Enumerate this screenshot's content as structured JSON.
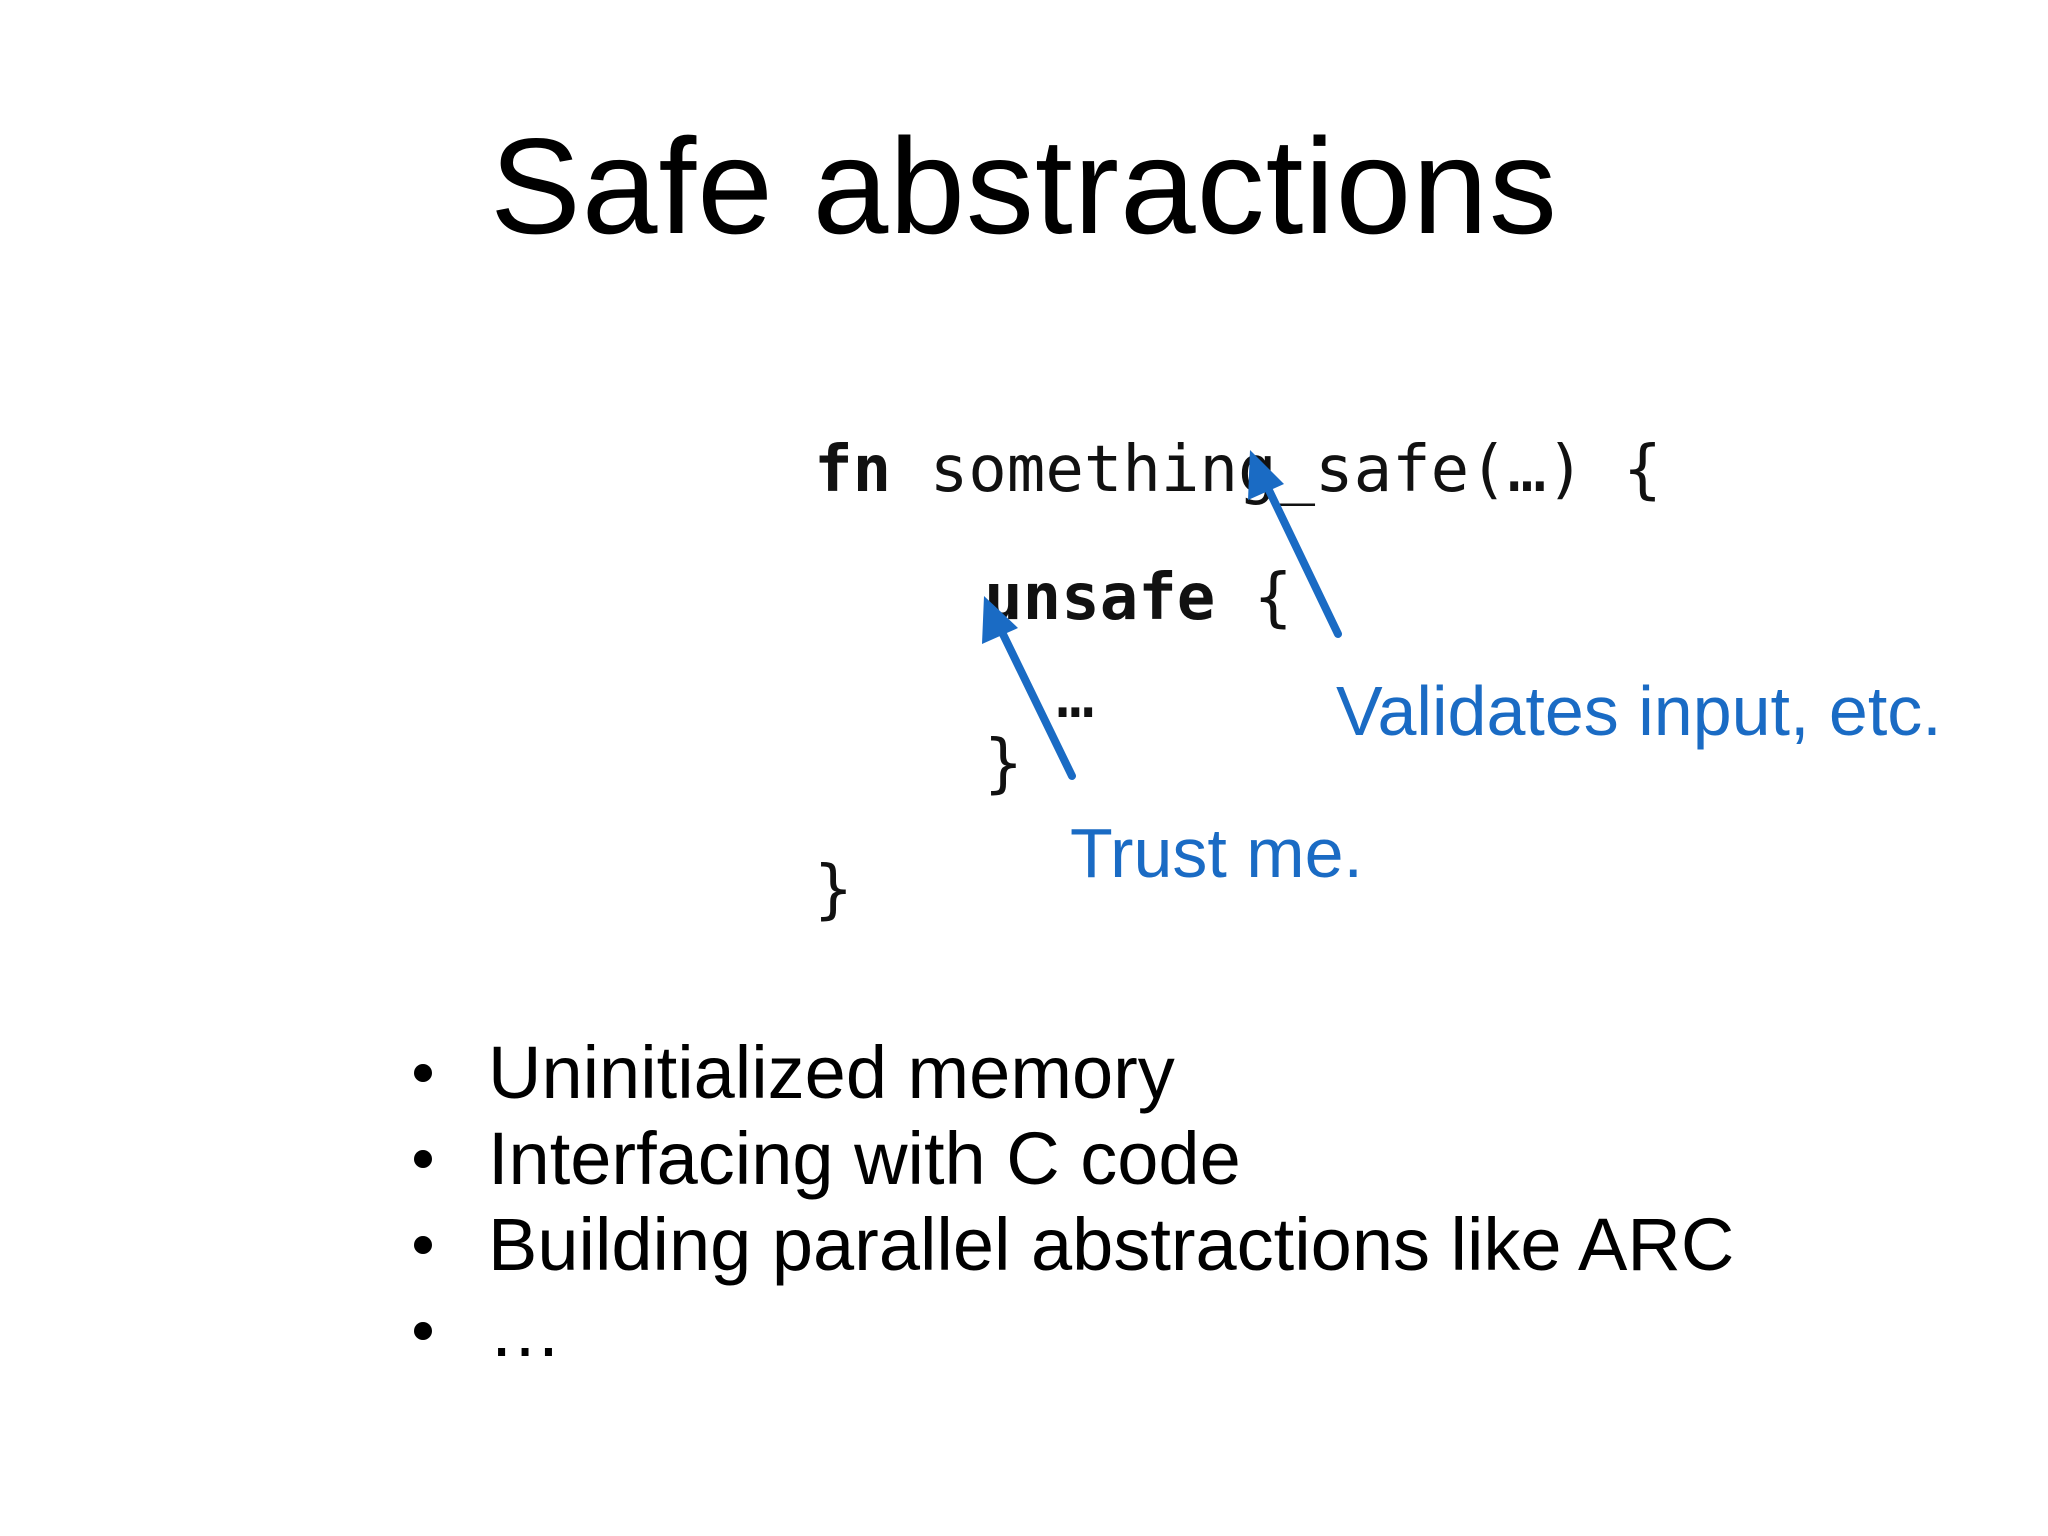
{
  "slide": {
    "title": "Safe abstractions",
    "code": {
      "line1_keyword": "fn",
      "line1_rest": "something_safe(…) {",
      "line2_keyword": "unsafe",
      "line2_rest": "{",
      "line3": "…",
      "line4": "}",
      "line5": "}"
    },
    "annotations": {
      "validates": "Validates input, etc.",
      "trust": "Trust me."
    },
    "bullets": [
      "Uninitialized memory",
      "Interfacing with C code",
      "Building parallel abstractions like ARC",
      "…"
    ],
    "accent_color": "#1a6bc4",
    "icons": {
      "bullet": "bullet-dot-icon",
      "arrow": "arrow-up-left-icon"
    }
  }
}
